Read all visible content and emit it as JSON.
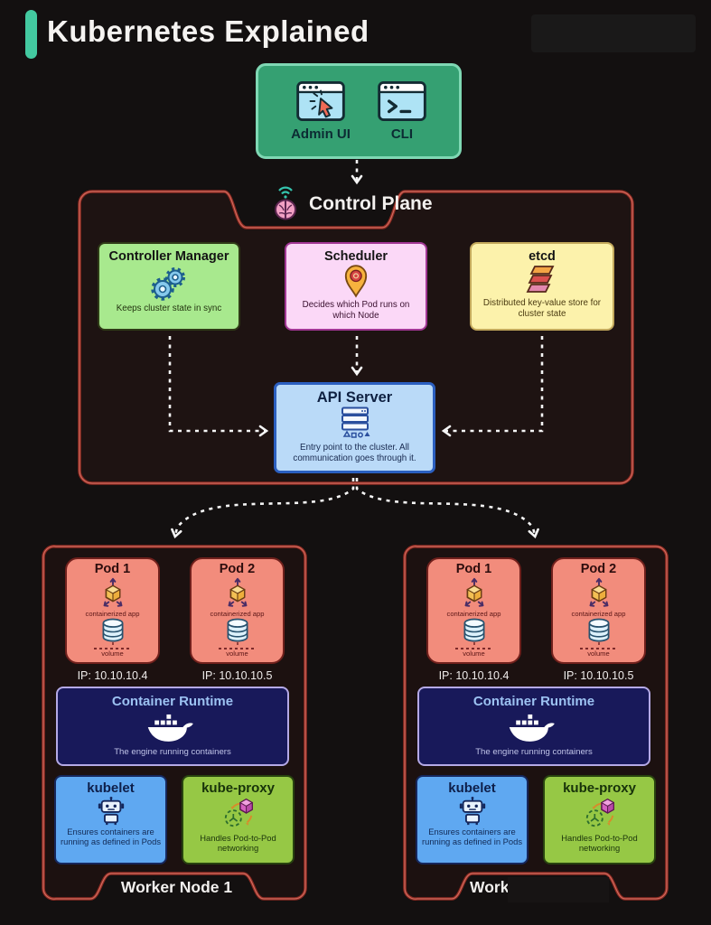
{
  "header": {
    "title": "Kubernetes Explained"
  },
  "client_box": {
    "admin_ui_label": "Admin UI",
    "cli_label": "CLI"
  },
  "control_plane": {
    "label": "Control Plane",
    "controller_manager": {
      "title": "Controller Manager",
      "description": "Keeps cluster state in sync"
    },
    "scheduler": {
      "title": "Scheduler",
      "description": "Decides which Pod runs on which Node"
    },
    "etcd": {
      "title": "etcd",
      "description": "Distributed key-value store for cluster state"
    },
    "api_server": {
      "title": "API Server",
      "description": "Entry point to the cluster. All communication goes through it."
    }
  },
  "worker_nodes": [
    {
      "label": "Worker Node 1",
      "pods": [
        {
          "title": "Pod 1",
          "app_label": "containerized app",
          "volume_label": "volume",
          "ip": "IP: 10.10.10.4"
        },
        {
          "title": "Pod 2",
          "app_label": "containerized app",
          "volume_label": "volume",
          "ip": "IP: 10.10.10.5"
        }
      ],
      "container_runtime": {
        "title": "Container Runtime",
        "description": "The engine running containers"
      },
      "kubelet": {
        "title": "kubelet",
        "description": "Ensures containers are running as defined in Pods"
      },
      "kube_proxy": {
        "title": "kube-proxy",
        "description": "Handles Pod-to-Pod networking"
      }
    },
    {
      "label": "Work",
      "pods": [
        {
          "title": "Pod 1",
          "app_label": "containerized app",
          "volume_label": "volume",
          "ip": "IP: 10.10.10.4"
        },
        {
          "title": "Pod 2",
          "app_label": "containerized app",
          "volume_label": "volume",
          "ip": "IP: 10.10.10.5"
        }
      ],
      "container_runtime": {
        "title": "Container Runtime",
        "description": "The engine running containers"
      },
      "kubelet": {
        "title": "kubelet",
        "description": "Ensures containers are running as defined in Pods"
      },
      "kube_proxy": {
        "title": "kube-proxy",
        "description": "Handles Pod-to-Pod networking"
      }
    }
  ],
  "colors": {
    "background": "#131010",
    "accent_teal": "#43c9a0",
    "client_green": "#35a072",
    "container_border_red": "#b23c2e",
    "controller_green": "#a8e98e",
    "scheduler_pink": "#fbd8f7",
    "etcd_yellow": "#fcf2ab",
    "api_blue": "#badaf8",
    "pod_salmon": "#f28c7c",
    "runtime_navy": "#18195a",
    "kubelet_blue": "#5fa8f1",
    "kubeproxy_green": "#96c845",
    "arrow_white": "#f5f5f5"
  }
}
